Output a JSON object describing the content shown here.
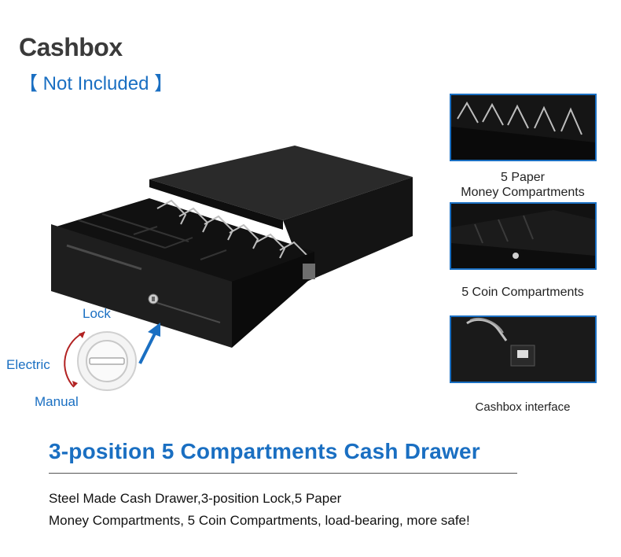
{
  "header": {
    "title": "Cashbox",
    "subtitle": "【 Not Included 】"
  },
  "lock_positions": {
    "lock": "Lock",
    "electric": "Electric",
    "manual": "Manual"
  },
  "details": [
    {
      "caption_line1": "5 Paper",
      "caption_line2": "Money Compartments"
    },
    {
      "caption": "5 Coin Compartments"
    },
    {
      "caption": "Cashbox interface"
    }
  ],
  "headline": "3-position 5 Compartments Cash Drawer",
  "description": {
    "line1": "Steel Made Cash Drawer,3-position Lock,5 Paper",
    "line2": "Money Compartments, 5 Coin Compartments,  load-bearing, more safe!"
  },
  "colors": {
    "accent": "#1a6fc2",
    "drawer_body": "#1b1b1b",
    "title": "#3a3a3a"
  }
}
